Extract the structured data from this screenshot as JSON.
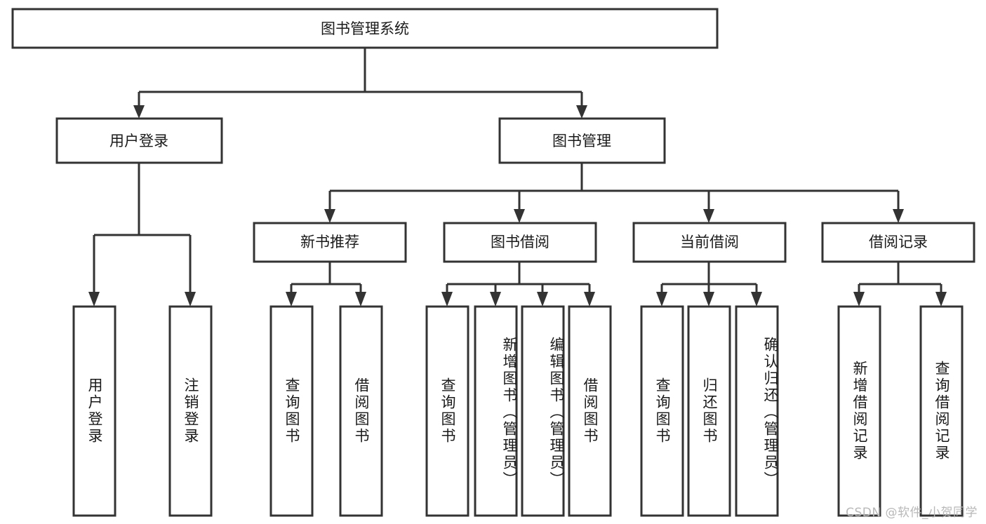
{
  "diagram": {
    "type": "tree",
    "title": "图书管理系统",
    "orientation": "top-down",
    "colors": {
      "box_fill": "#ffffff",
      "box_stroke": "#333333",
      "text": "#1a1a1a",
      "background": "#ffffff",
      "watermark": "#b8b8b8"
    },
    "root": {
      "label": "图书管理系统"
    },
    "level2": [
      {
        "label": "用户登录"
      },
      {
        "label": "图书管理"
      }
    ],
    "level3": [
      {
        "label": "新书推荐"
      },
      {
        "label": "图书借阅"
      },
      {
        "label": "当前借阅"
      },
      {
        "label": "借阅记录"
      }
    ],
    "leaves": {
      "user_login": [
        {
          "label": "用户登录"
        },
        {
          "label": "注销登录"
        }
      ],
      "new_book_recommend": [
        {
          "label": "查询图书"
        },
        {
          "label": "借阅图书"
        }
      ],
      "book_borrow": [
        {
          "label": "查询图书"
        },
        {
          "label": "新增图书（管理员）"
        },
        {
          "label": "编辑图书（管理员）"
        },
        {
          "label": "借阅图书"
        }
      ],
      "current_borrow": [
        {
          "label": "查询图书"
        },
        {
          "label": "归还图书"
        },
        {
          "label": "确认归还（管理员）"
        }
      ],
      "borrow_record": [
        {
          "label": "新增借阅记录"
        },
        {
          "label": "查询借阅记录"
        }
      ]
    }
  },
  "watermark": {
    "text": "CSDN @软件_小贺同学"
  }
}
